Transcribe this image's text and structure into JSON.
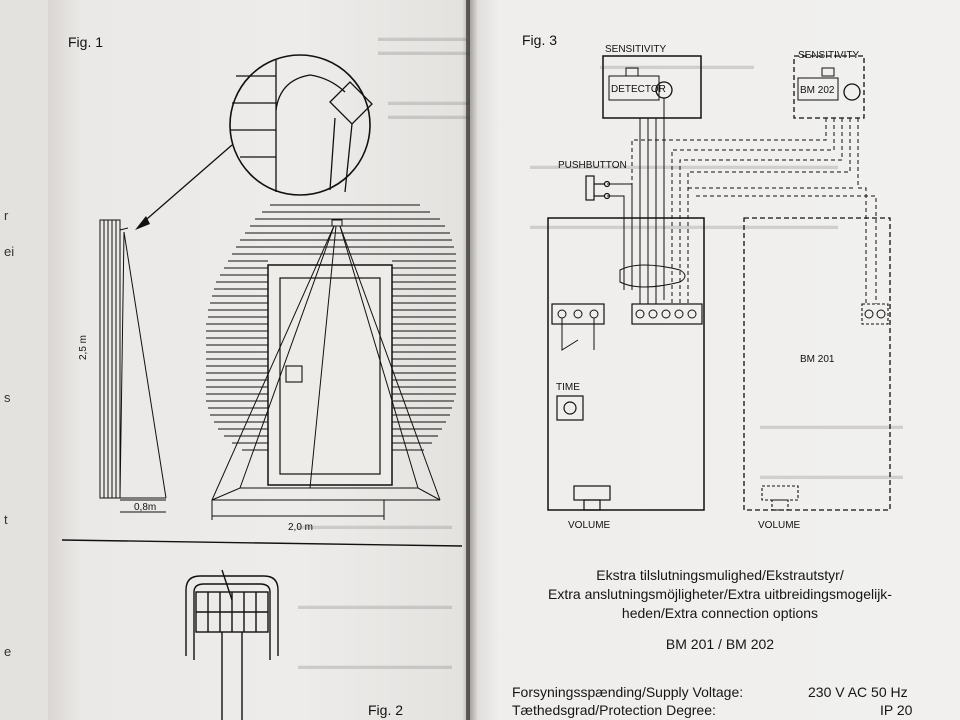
{
  "left_page": {
    "fig1_label": "Fig. 1",
    "fig2_label": "Fig. 2",
    "dim_height": "2,5 m",
    "dim_depth": "0,8m",
    "dim_width": "2,0 m",
    "edge_chars": [
      "r",
      "ei",
      "s",
      "t",
      "e"
    ]
  },
  "right_page": {
    "fig3_label": "Fig. 3",
    "sensitivity_label_1": "SENSITIVITY",
    "detector_label": "DETECTOR",
    "sensitivity_label_2": "SENSITIVITY",
    "bm202_label": "BM 202",
    "pushbutton_label": "PUSHBUTTON",
    "time_label": "TIME",
    "volume_label_1": "VOLUME",
    "volume_label_2": "VOLUME",
    "bm201_label": "BM 201",
    "caption_lines": [
      "Ekstra tilslutningsmulighed/Ekstrautstyr/",
      "Extra anslutningsmöjligheter/Extra uitbreidingsmogelijk-",
      "heden/Extra connection options"
    ],
    "caption_models": "BM 201 / BM 202",
    "spec_supply_label": "Forsyningsspænding/Supply Voltage:",
    "spec_supply_value": "230 V AC 50 Hz",
    "spec_protection_label": "Tæthedsgrad/Protection Degree:",
    "spec_protection_value": "IP 20"
  }
}
